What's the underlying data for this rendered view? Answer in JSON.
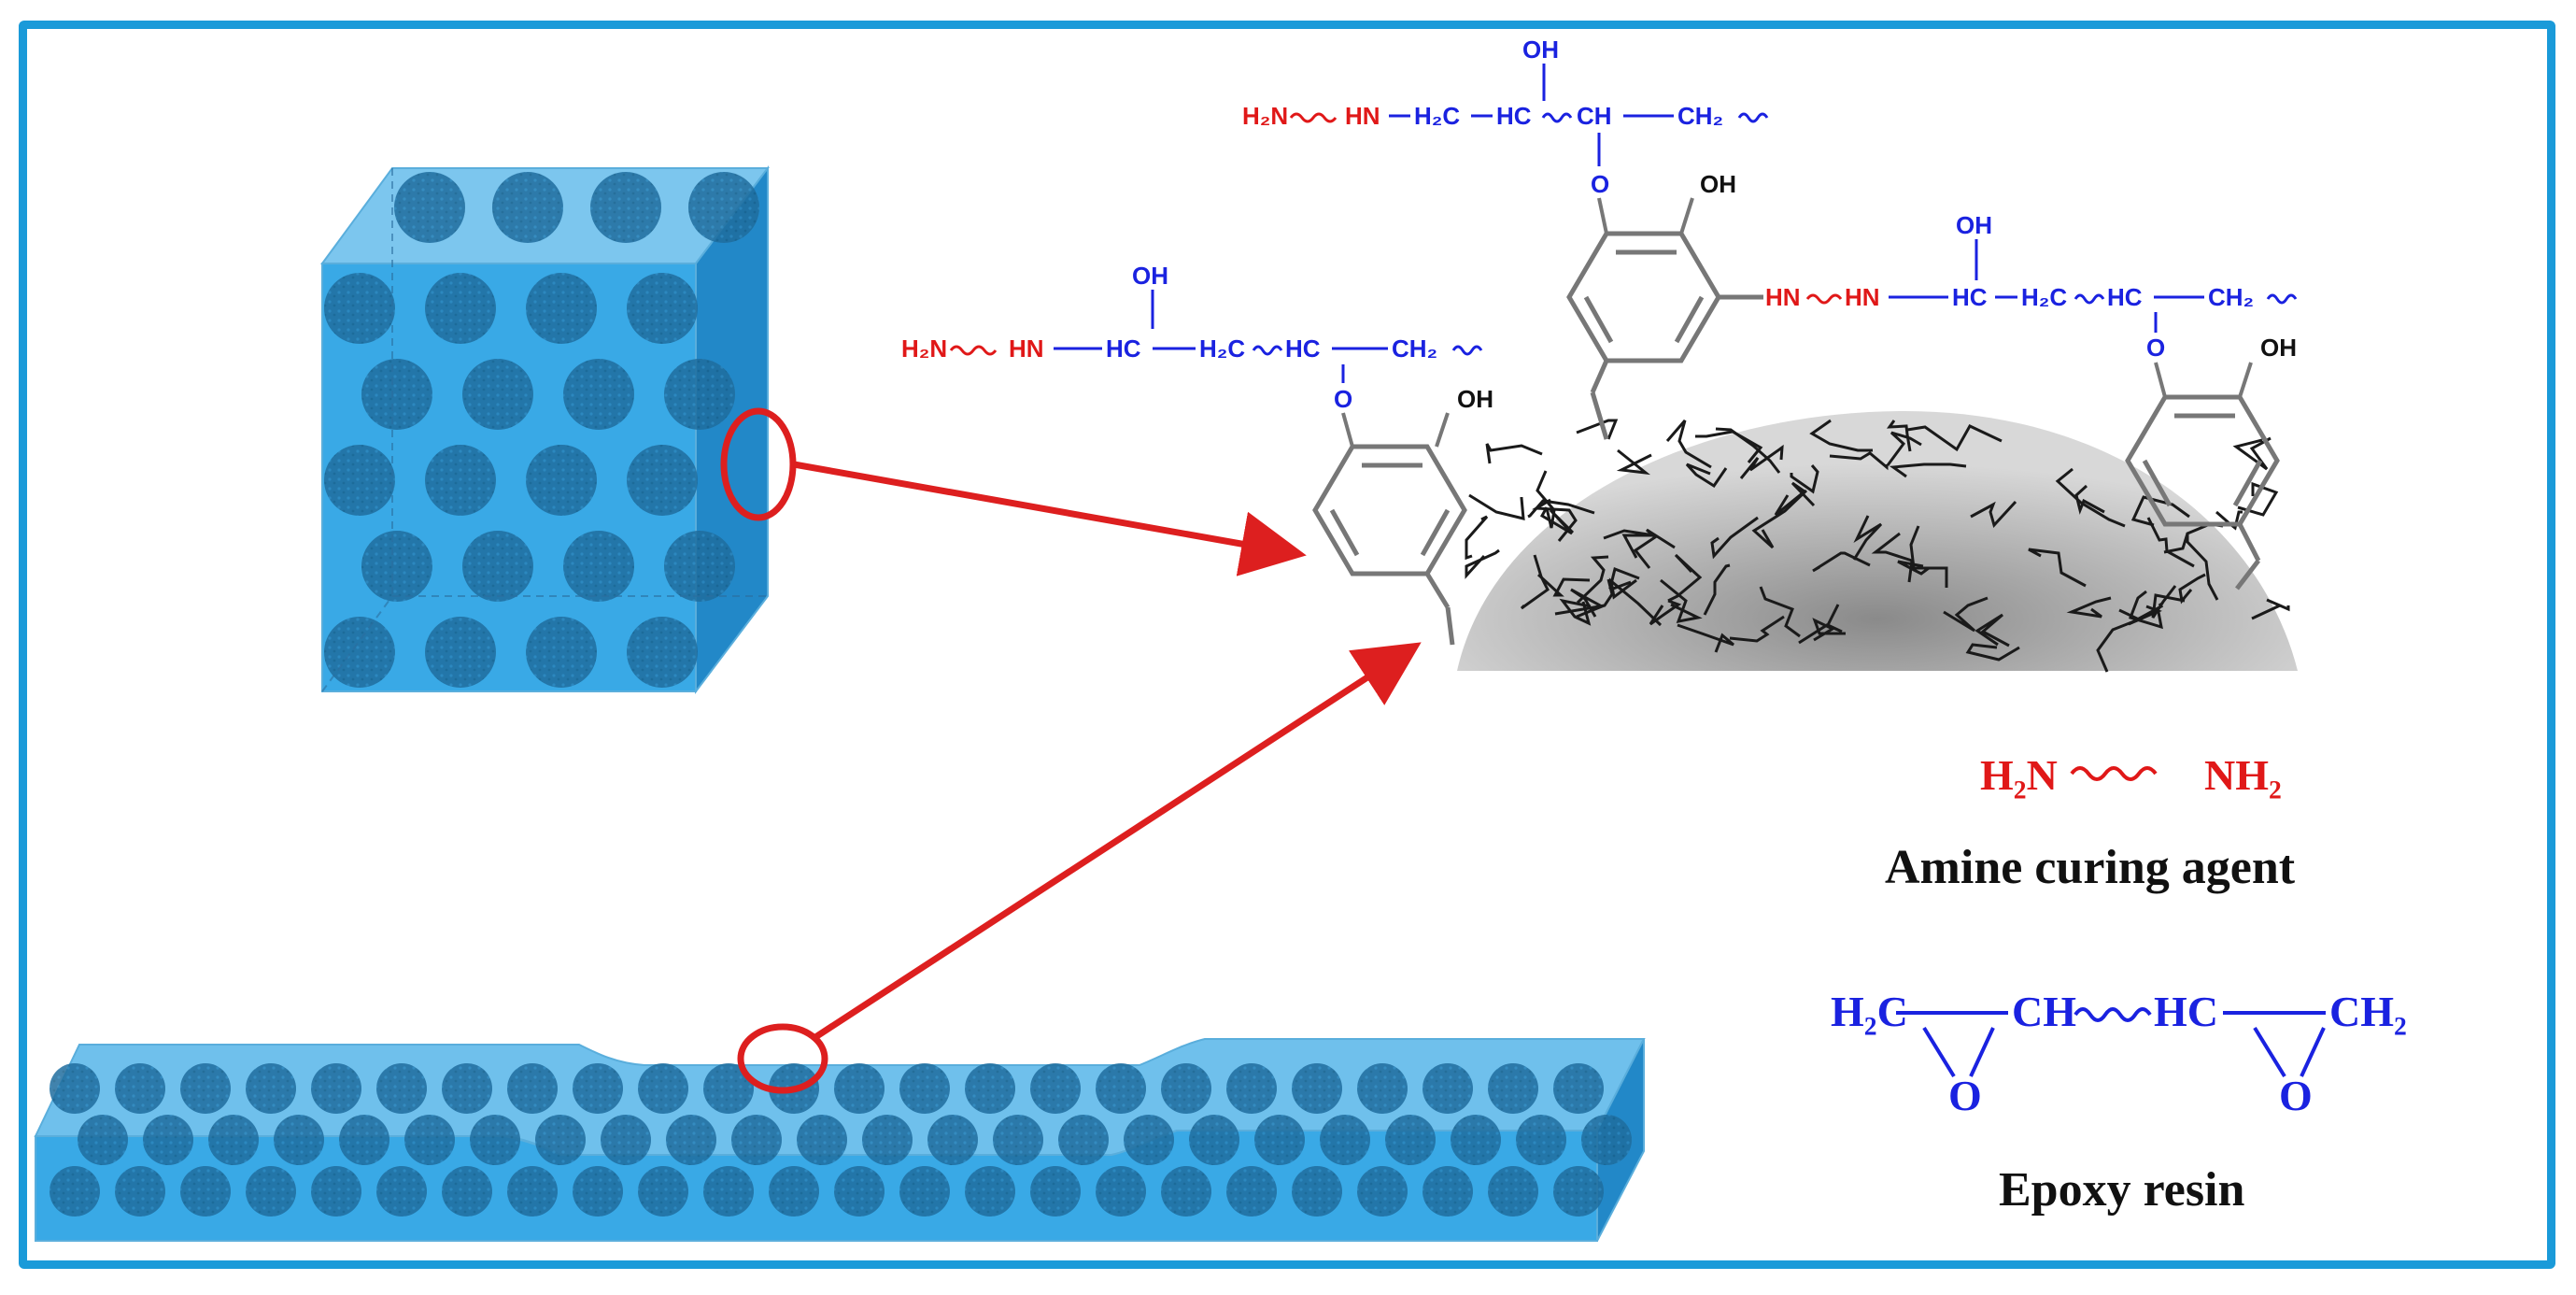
{
  "colors": {
    "frame": "#1a9ad9",
    "box_face": "#39a9e6",
    "box_top": "#7cc6ee",
    "box_side": "#2288c8",
    "particle": "#1f6d9e",
    "arrow": "#dd1f1f",
    "amine": "#e01818",
    "epoxy": "#1a22e0",
    "ring": "#777777",
    "black": "#111111"
  },
  "chain_top": {
    "oh": "OH",
    "amine_end": "H₂N",
    "amine_nh": "HN",
    "segments": [
      "H₂C",
      "HC",
      "CH",
      "CH₂"
    ],
    "o": "O",
    "ring_oh": "OH"
  },
  "chain_left": {
    "oh": "OH",
    "amine_end": "H₂N",
    "amine_nh": "HN",
    "segments": [
      "HC",
      "H₂C",
      "HC",
      "CH₂"
    ],
    "o": "O",
    "ring_oh": "OH"
  },
  "chain_right": {
    "oh": "OH",
    "amine_a": "HN",
    "amine_b": "HN",
    "segments": [
      "HC",
      "H₂C",
      "HC",
      "CH₂"
    ],
    "o": "O",
    "ring_oh": "OH"
  },
  "legend": {
    "amine_formula_left": "H₂N",
    "amine_formula_right": "NH₂",
    "amine_label": "Amine curing agent",
    "epoxy_left": "H₂C",
    "epoxy_ch": "CH",
    "epoxy_hc": "HC",
    "epoxy_right": "CH₂",
    "epoxy_o1": "O",
    "epoxy_o2": "O",
    "epoxy_label": "Epoxy resin"
  }
}
